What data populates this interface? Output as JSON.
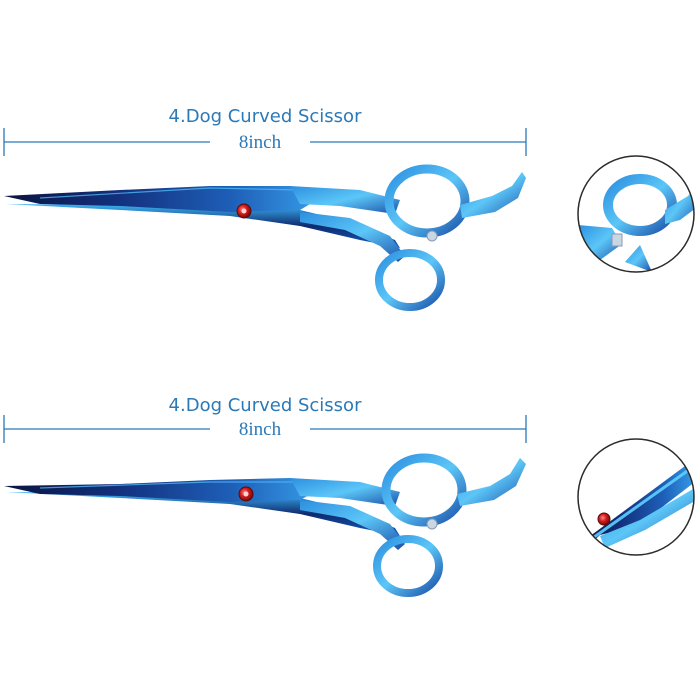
{
  "labels": [
    {
      "title": "4.Dog Curved Scissor",
      "size": "8inch"
    },
    {
      "title": "4.Dog Curved Scissor",
      "size": "8inch"
    }
  ],
  "colors": {
    "dimension_line": "#2b79b7",
    "blade_dark": "#0d1a4a",
    "blade_light": "#39a8ef",
    "jewel": "#d21b1b",
    "background": "#ffffff"
  },
  "icons": {
    "detail_circle_top": "scissor-handle-closeup",
    "detail_circle_bottom": "scissor-blade-closeup"
  }
}
